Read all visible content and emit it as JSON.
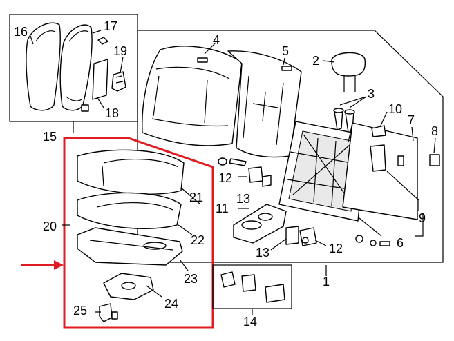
{
  "diagram": {
    "highlight_color": "#e11b22",
    "callouts": {
      "c1": "1",
      "c2": "2",
      "c3": "3",
      "c4": "4",
      "c5": "5",
      "c6": "6",
      "c7": "7",
      "c8": "8",
      "c9": "9",
      "c10": "10",
      "c11": "11",
      "c12a": "12",
      "c12b": "12",
      "c13a": "13",
      "c13b": "13",
      "c14": "14",
      "c15": "15",
      "c16": "16",
      "c17": "17",
      "c18": "18",
      "c19": "19",
      "c20": "20",
      "c21": "21",
      "c22": "22",
      "c23": "23",
      "c24": "24",
      "c25": "25"
    }
  }
}
